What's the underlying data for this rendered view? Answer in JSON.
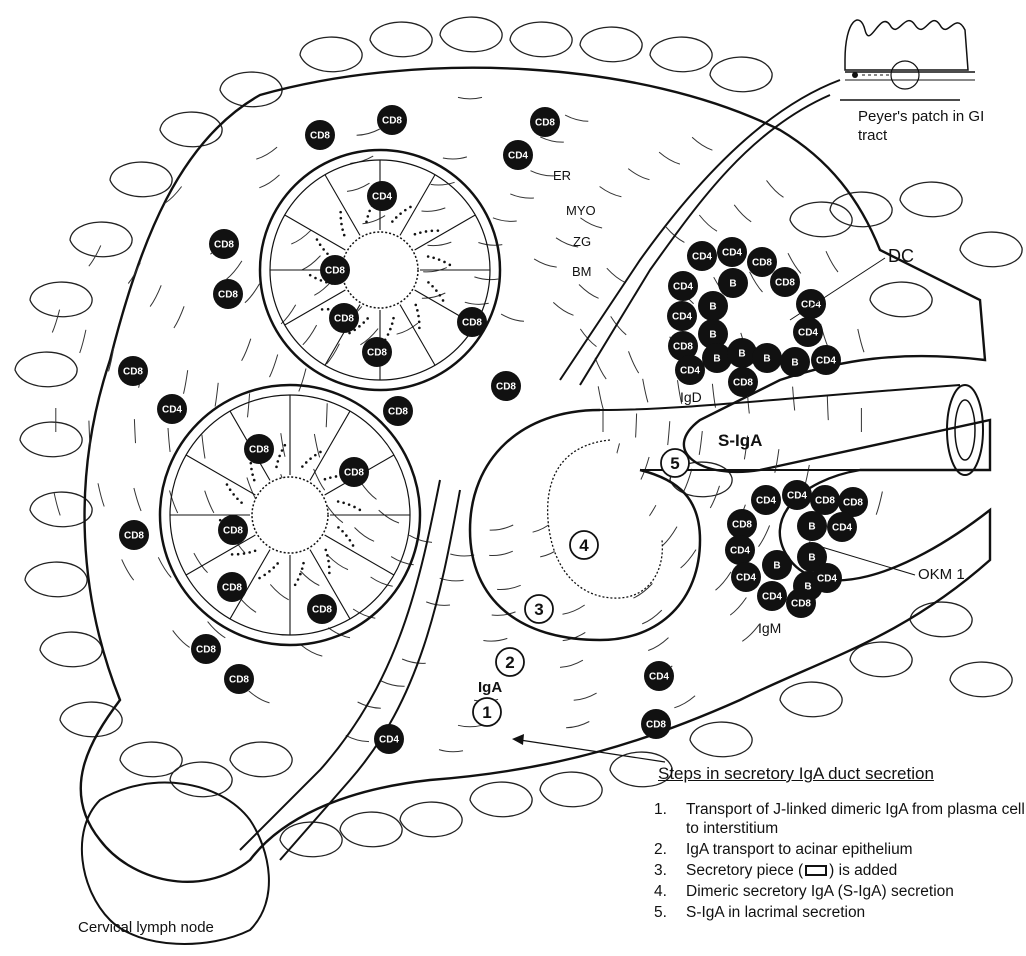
{
  "labels": {
    "peyers_patch_line1": "Peyer's patch in GI",
    "peyers_patch_line2": "tract",
    "dc": "DC",
    "okm1": "OKM 1",
    "igd": "IgD",
    "igm": "IgM",
    "er": "ER",
    "myo": "MYO",
    "zg": "ZG",
    "bm": "BM",
    "s_iga": "S-IgA",
    "iga": "IgA",
    "cervical_lymph_node": "Cervical lymph node"
  },
  "cells": {
    "cd8": "CD8",
    "cd4": "CD4",
    "b": "B"
  },
  "steps_markers": [
    "1",
    "2",
    "3",
    "4",
    "5"
  ],
  "legend": {
    "title": "Steps in secretory IgA duct secretion",
    "items": [
      {
        "num": "1.",
        "text": "Transport of J-linked dimeric IgA from plasma cell to interstitium"
      },
      {
        "num": "2.",
        "text": "IgA transport to acinar epithelium"
      },
      {
        "num": "3.",
        "text_before": "Secretory piece (",
        "text_after": ") is added"
      },
      {
        "num": "4.",
        "text": "Dimeric secretory IgA (S-IgA) secretion"
      },
      {
        "num": "5.",
        "text": "S-IgA in lacrimal secretion"
      }
    ]
  }
}
